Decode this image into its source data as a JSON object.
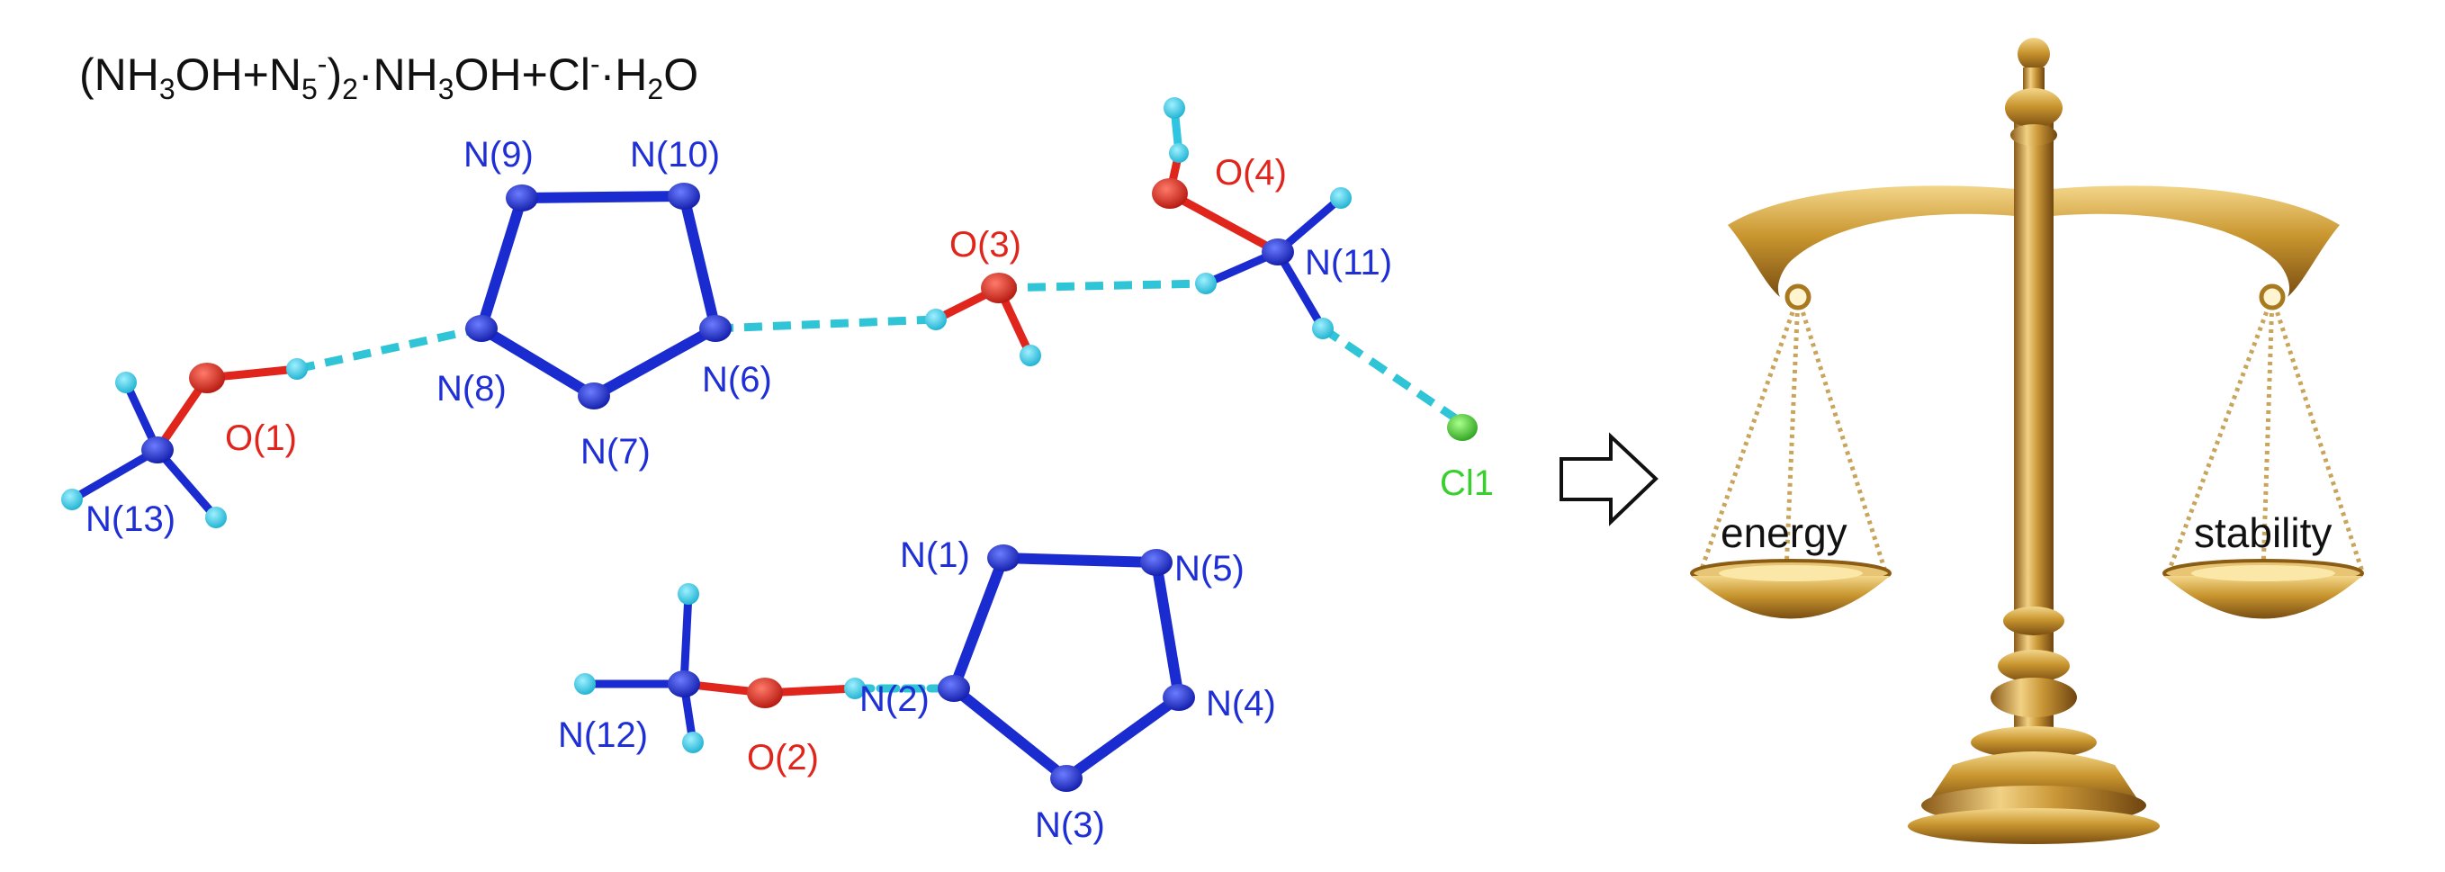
{
  "formula": {
    "open": "(NH",
    "sub1": "3",
    "mid1": "OH+N",
    "sub2": "5",
    "sup1": "-",
    "mid2": ")",
    "sub3": "2",
    "mid3": "·NH",
    "sub4": "3",
    "mid4": "OH+Cl",
    "sup2": "-",
    "mid5": "·H",
    "sub5": "2",
    "end": "O"
  },
  "atoms": {
    "n1": "N(1)",
    "n2": "N(2)",
    "n3": "N(3)",
    "n4": "N(4)",
    "n5": "N(5)",
    "n6": "N(6)",
    "n7": "N(7)",
    "n8": "N(8)",
    "n9": "N(9)",
    "n10": "N(10)",
    "n11": "N(11)",
    "n12": "N(12)",
    "n13": "N(13)",
    "o1": "O(1)",
    "o2": "O(2)",
    "o3": "O(3)",
    "o4": "O(4)",
    "cl1": "Cl1"
  },
  "scale": {
    "left_pan": "energy",
    "right_pan": "stability"
  },
  "colors": {
    "nitrogen": "#1f2fd6",
    "oxygen": "#e0251d",
    "chlorine": "#38d02c",
    "hydrogen": "#2fc4e0",
    "bond": "#1a2bd0",
    "hbond": "#2fc4d6",
    "gold": "#b8862b"
  },
  "icons": {
    "arrow": "right-outline-arrow-icon",
    "scale": "balance-scale-icon"
  }
}
